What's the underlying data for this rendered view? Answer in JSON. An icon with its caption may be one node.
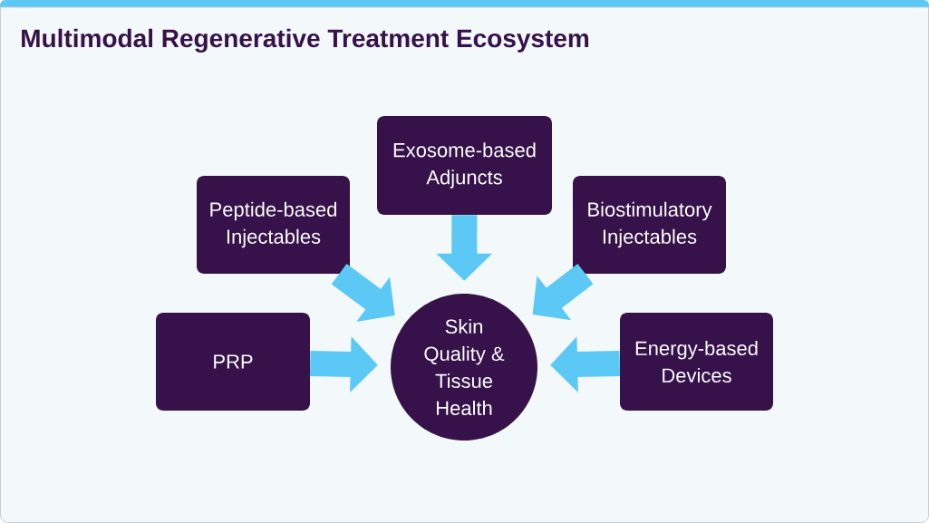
{
  "diagram": {
    "title": "Multimodal Regenerative Treatment Ecosystem",
    "nodes": [
      {
        "text": [
          "Exosome-based Adjuncts"
        ]
      },
      {
        "text": [
          "Peptide-based Injectables"
        ]
      },
      {
        "text": [
          "Biostimulatory Injectables"
        ]
      },
      {
        "text": [
          "PRP"
        ]
      },
      {
        "text": [
          "Skin Quality & Tissue Health"
        ]
      },
      {
        "text": [
          "Energy-based Devices"
        ]
      }
    ],
    "edges": [
      {
        "from": 0,
        "to": 4,
        "arrow": "to"
      },
      {
        "from": 1,
        "to": 4,
        "arrow": "to"
      },
      {
        "from": 2,
        "to": 4,
        "arrow": "to"
      },
      {
        "from": 3,
        "to": 4,
        "arrow": "to"
      },
      {
        "from": 5,
        "to": 4,
        "arrow": "to"
      }
    ]
  }
}
